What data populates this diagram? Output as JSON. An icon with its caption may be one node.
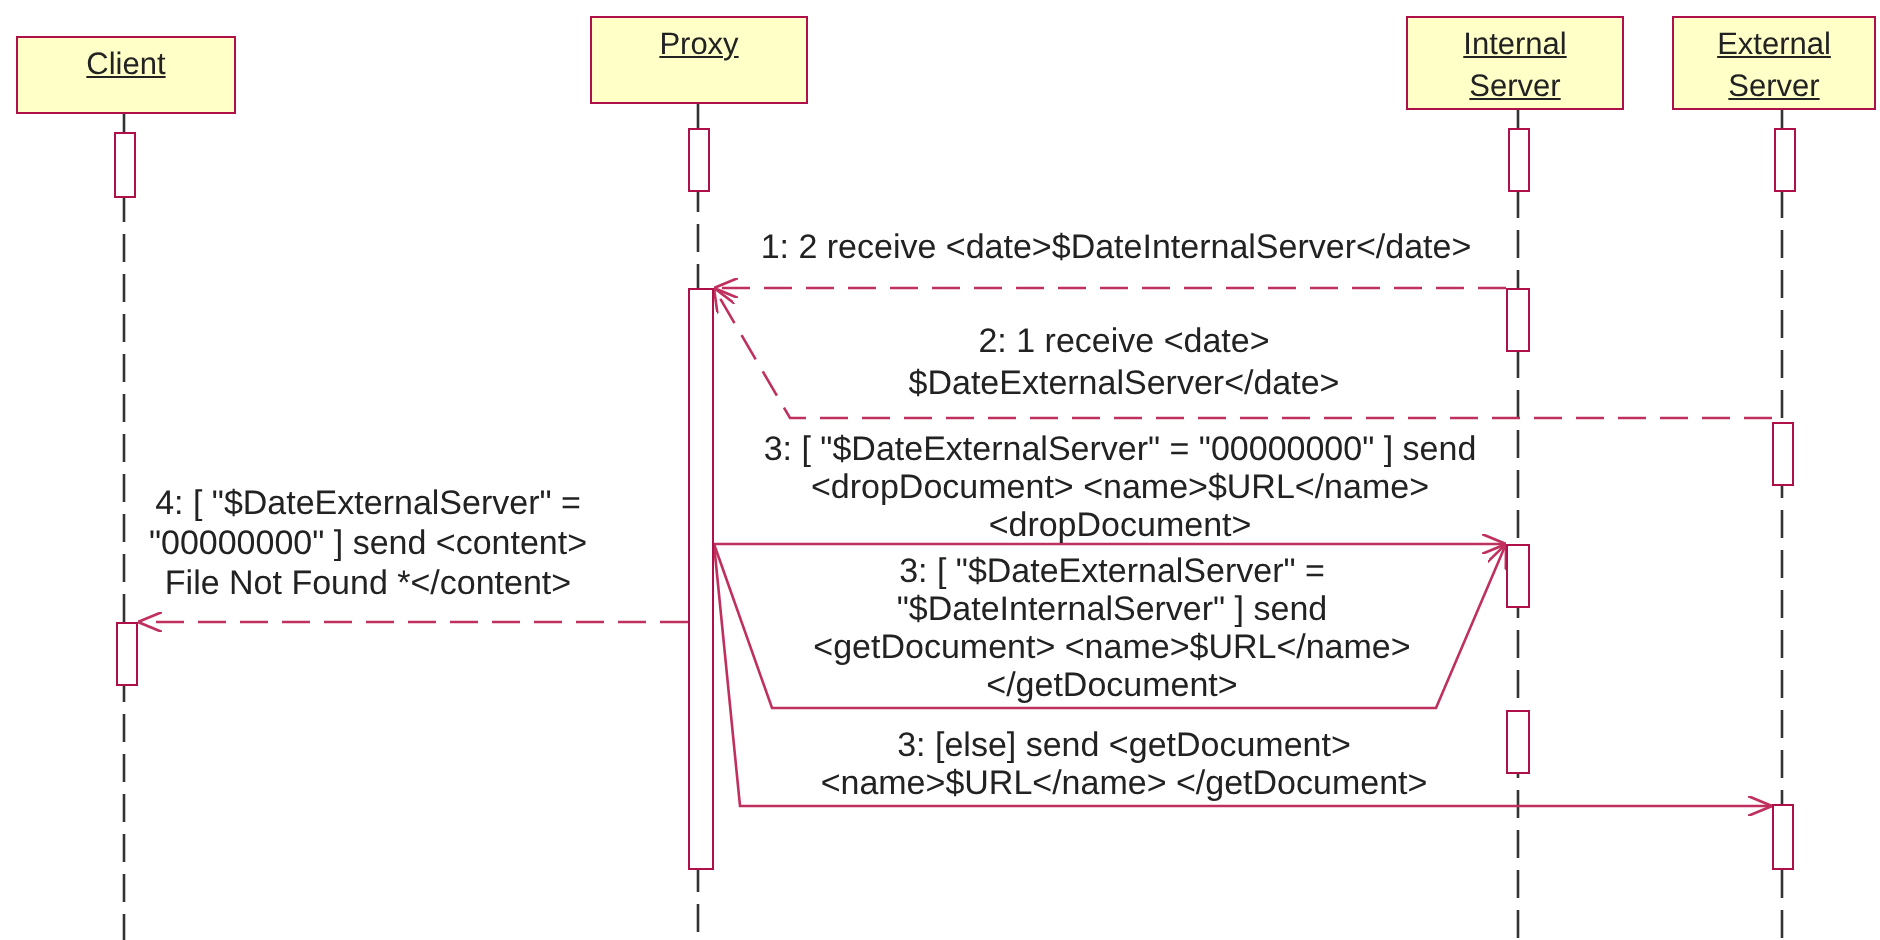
{
  "diagram": {
    "nodes": [
      {
        "text": [
          "Client"
        ]
      },
      {
        "text": [
          "Proxy"
        ]
      },
      {
        "text": [
          "Internal Server"
        ]
      },
      {
        "text": [
          "External Server"
        ]
      },
      {
        "text": [],
        "shape": "bar"
      },
      {
        "text": [],
        "shape": "bar"
      },
      {
        "text": [],
        "shape": "bar"
      },
      {
        "text": [],
        "shape": "bar"
      },
      {
        "text": [],
        "shape": "bar"
      },
      {
        "text": [],
        "shape": "bar"
      },
      {
        "text": [],
        "shape": "bar"
      },
      {
        "text": [],
        "shape": "bar"
      },
      {
        "text": [],
        "shape": "bar"
      },
      {
        "text": [],
        "shape": "bar"
      },
      {
        "text": [],
        "shape": "bar"
      }
    ],
    "edges": [
      {
        "from": 9,
        "to": 8,
        "arrow": "to",
        "style": "dashed",
        "label": "1: 2 receive <date>$DateInternalServer</date>"
      },
      {
        "from": 10,
        "to": 8,
        "arrow": "to",
        "style": "dashed",
        "label": "2: 1 receive <date> $DateExternalServer</date>"
      },
      {
        "from": 8,
        "to": 11,
        "arrow": "to",
        "label": "3: [ \"$DateExternalServer\" = \"00000000\" ] send <dropDocument> <name>$URL</name> <dropDocument>"
      },
      {
        "from": 8,
        "to": 11,
        "arrow": "to",
        "label": "3: [ \"$DateExternalServer\" = \"$DateInternalServer\" ] send <getDocument> <name>$URL</name> </getDocument>"
      },
      {
        "from": 8,
        "to": 14,
        "arrow": "to",
        "label": "3: [else] send <getDocument> <name>$URL</name> </getDocument>"
      },
      {
        "from": 8,
        "to": 12,
        "arrow": "to",
        "style": "dashed",
        "label": "4: [ \"$DateExternalServer\" = \"00000000\" ] send <content> File Not Found *</content>"
      }
    ]
  }
}
